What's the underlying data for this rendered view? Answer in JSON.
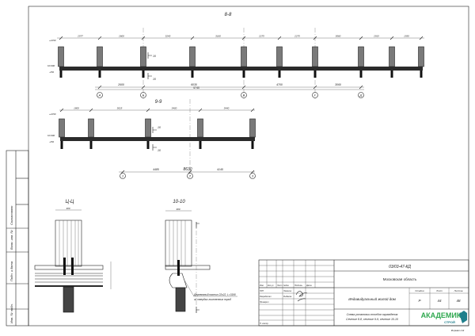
{
  "sections": {
    "s8": {
      "title": "8-8",
      "top_dims": [
        "2577",
        "2600",
        "3240",
        "3160",
        "2275",
        "2275",
        "3060",
        "2915",
        "1550"
      ],
      "bottom_dims": [
        "2600",
        "6030",
        "4700",
        "3060"
      ],
      "overall_dim": "5745",
      "axes": [
        "А",
        "Б",
        "В",
        "Г",
        "Д"
      ],
      "level_top": "+2150",
      "level_mid": "±0.000",
      "level_bot": "-150",
      "cut_label": "10"
    },
    "s9": {
      "title": "9-9",
      "top_dims": [
        "1800",
        "3025",
        "3400",
        "3440"
      ],
      "bottom_dims": [
        "4485",
        "4145"
      ],
      "overall_dim": "8630",
      "axes": [
        "1",
        "2",
        "3"
      ],
      "level_top": "+2150",
      "level_mid": "±0.000",
      "level_bot": "-150",
      "cut_label": "10"
    },
    "sc": {
      "title": "Ц-Ц",
      "width_dim": "300"
    },
    "s10": {
      "title": "10-10",
      "width_dim": "300",
      "note1": "Деревянный настил 22х22, L=3190",
      "note2": "из твердых лиственных пород"
    }
  },
  "stamp": {
    "approved": "Согласовано",
    "replaced": "Взам. инв. №",
    "sign_date": "Подп. и дата",
    "inv": "Инв. № подл."
  },
  "title_block": {
    "code": "03/03-47-КД",
    "region": "Московская область",
    "project": "Индивидуальный жилой дом",
    "sheet_title_1": "Схема установки столбов ограждения",
    "sheet_title_2": "Сечение 8-8, сечение 9-9, сечение 10-10",
    "headers": [
      "Изм.",
      "Кол.уч",
      "Лист",
      "№док.",
      "Подпись",
      "Дата"
    ],
    "roles": [
      "ГИП",
      "Разработал",
      "Проверил",
      "Н. контр."
    ],
    "names": [
      "Лемехин",
      "Рыбаков"
    ],
    "stage_label": "Стадия",
    "sheet_label": "Лист",
    "sheets_label": "Листов",
    "stage": "Р",
    "sheet": "44",
    "sheets": "48",
    "logo_main": "АКАДЕМИК",
    "logo_sub": "СТРОЙ",
    "format": "Формат А3"
  },
  "colors": {
    "logo_green": "#2fa84f",
    "logo_teal": "#1f7f8c"
  }
}
